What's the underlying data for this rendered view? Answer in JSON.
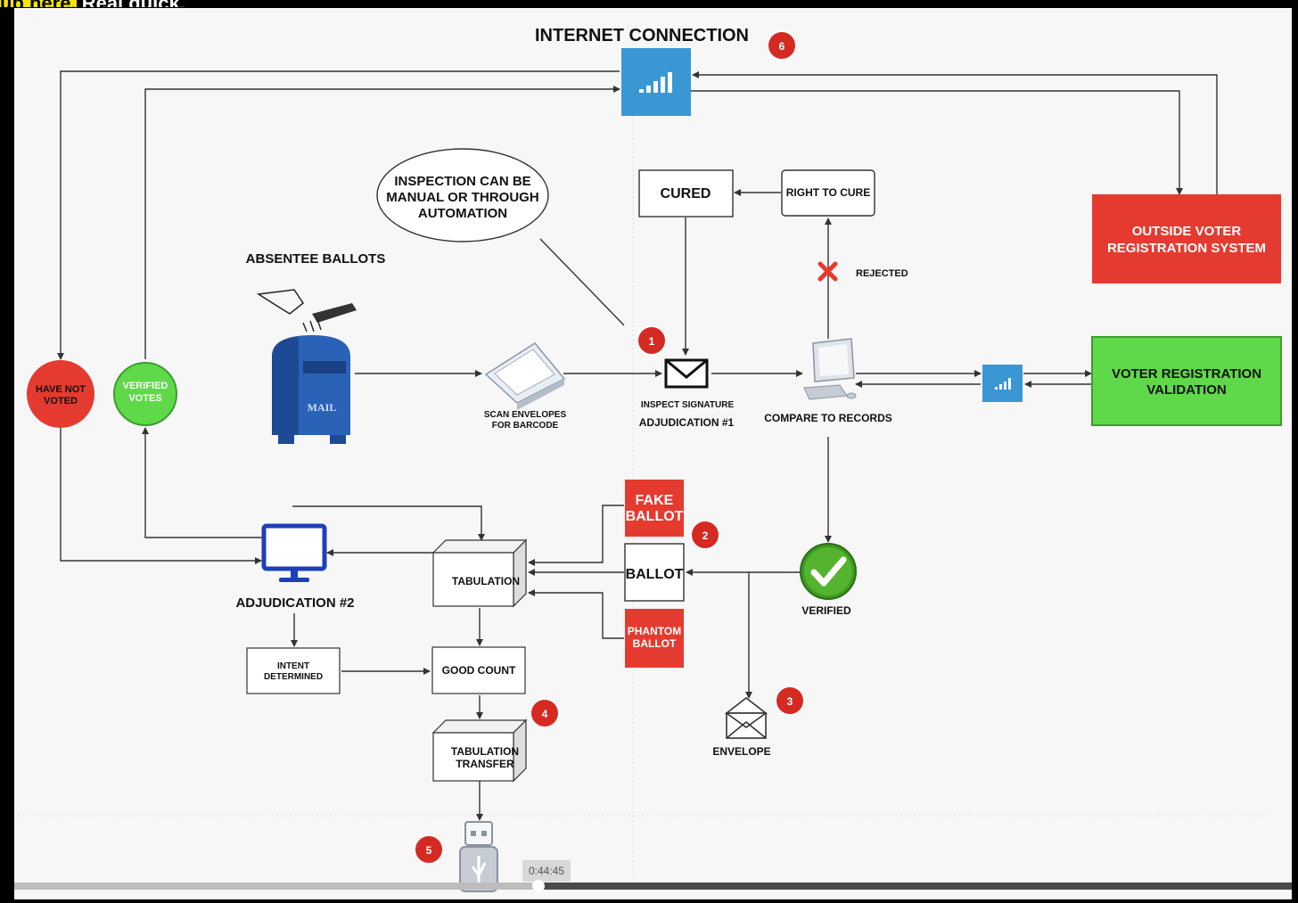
{
  "top_caption": {
    "highlight": "up here.",
    "text": " Real quick."
  },
  "diagram": {
    "internet_connection": "INTERNET CONNECTION",
    "inspection_note": [
      "INSPECTION CAN BE",
      "MANUAL OR THROUGH",
      "AUTOMATION"
    ],
    "absentee_ballots": "ABSENTEE BALLOTS",
    "mailbox_text": "MAIL",
    "scan_envelopes": [
      "SCAN ENVELOPES",
      "FOR BARCODE"
    ],
    "inspect_signature": "INSPECT SIGNATURE",
    "adjudication_1": "ADJUDICATION #1",
    "cured": "CURED",
    "right_to_cure": "RIGHT TO CURE",
    "rejected": "REJECTED",
    "compare_to_records": "COMPARE TO RECORDS",
    "outside_voter_registration": [
      "OUTSIDE VOTER",
      "REGISTRATION SYSTEM"
    ],
    "voter_registration_validation": [
      "VOTER REGISTRATION",
      "VALIDATION"
    ],
    "have_not_voted": [
      "HAVE NOT",
      "VOTED"
    ],
    "verified_votes": [
      "VERIFIED",
      "VOTES"
    ],
    "fake_ballot": [
      "FAKE",
      "BALLOT"
    ],
    "ballot": "BALLOT",
    "phantom_ballot": [
      "PHANTOM",
      "BALLOT"
    ],
    "tabulation": "TABULATION",
    "adjudication_2": "ADJUDICATION #2",
    "verified": "VERIFIED",
    "intent_determined": [
      "INTENT",
      "DETERMINED"
    ],
    "good_count": "GOOD COUNT",
    "tabulation_transfer": [
      "TABULATION",
      "TRANSFER"
    ],
    "envelope": "ENVELOPE",
    "step_markers": [
      "1",
      "2",
      "3",
      "4",
      "5",
      "6"
    ]
  },
  "video_player": {
    "timestamp": "0:44:45",
    "progress": 0.41
  },
  "colors": {
    "red_box": "#e53a2f",
    "green_box": "#5fd84a",
    "blue_signal": "#3a97d4",
    "marker_red": "#d42a22",
    "verified_green": "#3d9a20"
  }
}
